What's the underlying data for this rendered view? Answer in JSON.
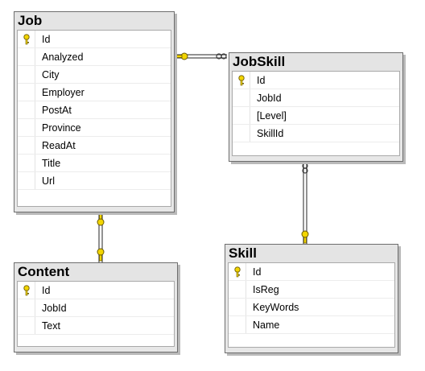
{
  "tables": [
    {
      "id": "job",
      "title": "Job",
      "columns": [
        {
          "name": "Id",
          "pk": true
        },
        {
          "name": "Analyzed"
        },
        {
          "name": "City"
        },
        {
          "name": "Employer"
        },
        {
          "name": "PostAt"
        },
        {
          "name": "Province"
        },
        {
          "name": "ReadAt"
        },
        {
          "name": "Title"
        },
        {
          "name": "Url"
        }
      ]
    },
    {
      "id": "jobskill",
      "title": "JobSkill",
      "columns": [
        {
          "name": "Id",
          "pk": true
        },
        {
          "name": "JobId"
        },
        {
          "name": "[Level]"
        },
        {
          "name": "SkillId"
        }
      ]
    },
    {
      "id": "content",
      "title": "Content",
      "columns": [
        {
          "name": "Id",
          "pk": true
        },
        {
          "name": "JobId"
        },
        {
          "name": "Text"
        }
      ]
    },
    {
      "id": "skill",
      "title": "Skill",
      "columns": [
        {
          "name": "Id",
          "pk": true
        },
        {
          "name": "IsReg"
        },
        {
          "name": "KeyWords"
        },
        {
          "name": "Name"
        }
      ]
    }
  ],
  "relationships": [
    {
      "from": "job",
      "to": "jobskill",
      "from_end": "key",
      "to_end": "infinity"
    },
    {
      "from": "job",
      "to": "content",
      "from_end": "key",
      "to_end": "key"
    },
    {
      "from": "jobskill",
      "to": "skill",
      "from_end": "infinity",
      "to_end": "key"
    }
  ],
  "colors": {
    "key": "#f2d500",
    "key_outline": "#6b5a00",
    "connector": "#6e6e6e"
  }
}
